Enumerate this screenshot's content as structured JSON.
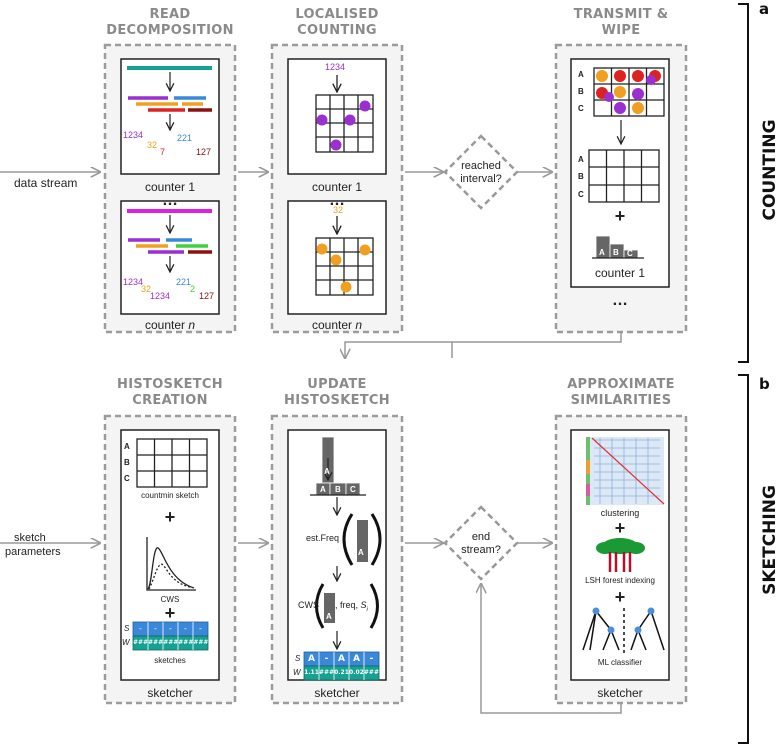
{
  "panel_letters": {
    "a": "a",
    "b": "b"
  },
  "side_labels": {
    "counting": "COUNTING",
    "sketching": "SKETCHING"
  },
  "inputs": {
    "data_stream": "data stream",
    "sketch_parameters_line1": "sketch",
    "sketch_parameters_line2": "parameters"
  },
  "headers": {
    "read_decomposition": [
      "READ",
      "DECOMPOSITION"
    ],
    "localised_counting": [
      "LOCALISED",
      "COUNTING"
    ],
    "transmit_wipe": [
      "TRANSMIT &",
      "WIPE"
    ],
    "histosketch_creation": [
      "HISTOSKETCH",
      "CREATION"
    ],
    "update_histosketch": [
      "UPDATE",
      "HISTOSKETCH"
    ],
    "approximate_similarities": [
      "APPROXIMATE",
      "SIMILARITIES"
    ]
  },
  "decisions": {
    "reached_interval": [
      "reached",
      "interval?"
    ],
    "end_stream": [
      "end",
      "stream?"
    ]
  },
  "counters": {
    "counter_1": "counter  1",
    "counter_n_prefix": "counter ",
    "counter_n_suffix": "n",
    "ellipsis": "…"
  },
  "read_decomposition": {
    "top_counts": {
      "c1234": "1234",
      "c32": "32",
      "c7": "7",
      "c221": "221",
      "c127": "127"
    },
    "bottom_counts": {
      "c1234a": "1234",
      "c32": "32",
      "c1234b": "1234",
      "c221": "221",
      "c2": "2",
      "c127": "127"
    }
  },
  "localised_counting": {
    "top_value": "1234",
    "bottom_value": "32"
  },
  "row_labels": {
    "a": "A",
    "b": "B",
    "c": "C"
  },
  "histosketch_creation": {
    "countmin_sketch": "countmin sketch",
    "cws": "CWS",
    "sketches": "sketches",
    "s_label": "S",
    "w_label": "W",
    "s_cells": [
      "-",
      "-",
      "-",
      "-",
      "-"
    ],
    "w_cells": [
      "###",
      "###",
      "###",
      "###",
      "###"
    ],
    "plus": "+",
    "sketcher": "sketcher"
  },
  "update_histosketch": {
    "est_freq": "est.Freq",
    "cws_prefix": "CWS",
    "freq_text": ", freq, ",
    "si_text": "S",
    "si_sub": "i",
    "s_cells": [
      "A",
      "-",
      "A",
      "A",
      "-"
    ],
    "w_cells": [
      "1.11",
      "###",
      "0.21",
      "0.02",
      "###"
    ],
    "sketcher": "sketcher"
  },
  "approximate_similarities": {
    "clustering": "clustering",
    "lsh": "LSH forest indexing",
    "ml": "ML classifier",
    "plus": "+",
    "sketcher": "sketcher"
  },
  "colors": {
    "teal": "#17a192",
    "blue": "#3b88d8",
    "purple": "#9b2fd0",
    "orange": "#f0a020",
    "red": "#dd2222",
    "darkred": "#8b1010",
    "magenta": "#e020e0",
    "green": "#40d040",
    "dark_teal": "#15847a",
    "gray_box": "#666666",
    "header_gray": "#8a8a8a"
  }
}
